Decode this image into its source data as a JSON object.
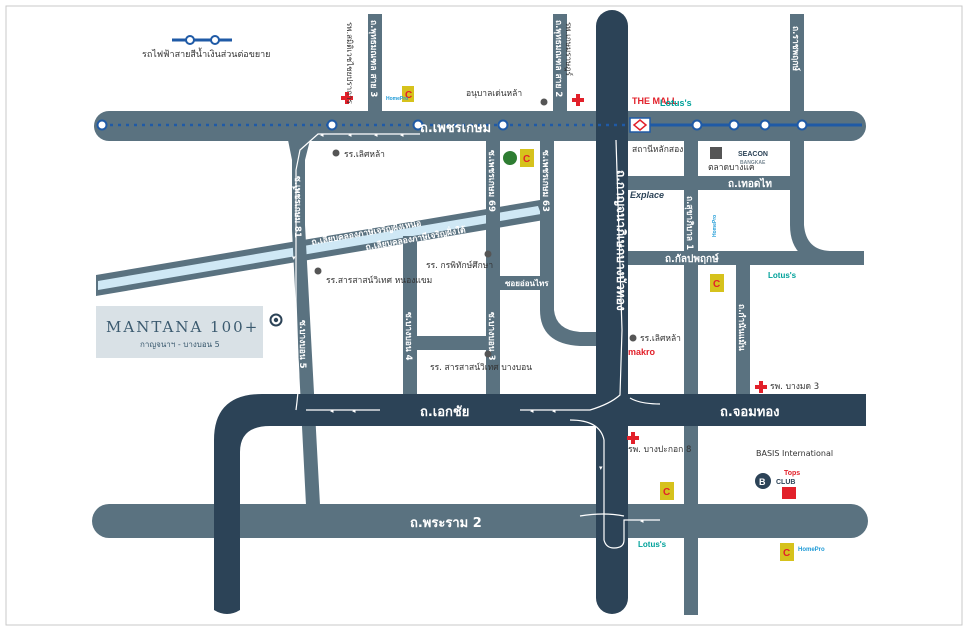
{
  "legend": {
    "bts_line": "รถไฟฟ้าสายสีน้ำเงินส่วนต่อขยาย"
  },
  "project": {
    "name": "MANTANA 100+",
    "subtitle": "กาญจนาฯ - บางบอน 5"
  },
  "roads": {
    "phetkasem": "ถ.เพชรเกษม",
    "ekkachai": "ถ.เอกชัย",
    "chomthong": "ถ.จอมทอง",
    "rama2": "ถ.พระราม 2",
    "kanchana": "ถ.กาญจนาภิเษกบางบัวทอง",
    "phutthamonthon3": "ถ.พุทธมณฑล สาย 3",
    "phutthamonthon2": "ถ.พุทธมณฑล สาย 2",
    "ratchaphruek": "ถ.ราชพฤกษ์",
    "phetkasem81": "ซ.เพชรเกษม 81",
    "phetkasem69": "ซ.เพชรเกษม 69",
    "phetkasem63": "ซ.เพชรเกษม 63",
    "canal_north": "ถ.เลียบคลองภาษีเจริญฝั่งเหนือ",
    "canal_south": "ถ.เลียบคลองภาษีเจริญฝั่งใต้",
    "bangbon5": "ซ.บางบอน 5",
    "bangbon4": "ซ.บางบอน 4",
    "bangbon3": "ซ.บางบอน 3",
    "soi_onnut": "ซอยอ่อนไทร",
    "sukhaphiban1": "ถ.สุขาภิบาล 1",
    "thoedthai": "ถ.เทอดไท",
    "kanlapaphruek": "ถ.กัลปพฤกษ์",
    "kamnanmaen": "ถ.กำนันแม้น"
  },
  "places": {
    "samitivej": "รพ.สมิติเวชไชยปราการ",
    "phyathai": "รพ.เกษมราษฎร์",
    "anuban": "อนุบาลเด่นหล้า",
    "denla_school": "รร.เลิศหล้า",
    "sarasas_nongkhaem": "รร.สารสาสน์วิเทศ หนองแขม",
    "kanphithak": "รร. กรพิทักษ์ศึกษา",
    "sarasas_bangbon": "รร. สารสาสน์วิเทศ บางบอน",
    "station": "สถานีหลักสอง",
    "talad": "ตลาดบางแค",
    "lertla2": "รร.เลิศหล้า",
    "bangmod3": "รพ. บางมด 3",
    "bangpakok8": "รพ. บางปะกอก 8",
    "basis": "BASIS International"
  },
  "brands": {
    "themall": "THE MALL",
    "lotus": "Lotus's",
    "seacon": "SEACON",
    "seacon_sub": "BANGKAE",
    "explace": "Explace",
    "makro": "makro",
    "tops": "Tops",
    "club": "CLUB",
    "homepro": "HomePro",
    "bigc": "C",
    "basis_logo": "B"
  },
  "colors": {
    "road_main": "#2c4357",
    "road_secondary": "#5a7280",
    "bts_line": "#1f5aa6",
    "canal": "#cfe8f5",
    "hospital": "#e2202a",
    "bigc": "#d6c21c",
    "lotus": "#00a19a",
    "makro": "#e2202a"
  }
}
